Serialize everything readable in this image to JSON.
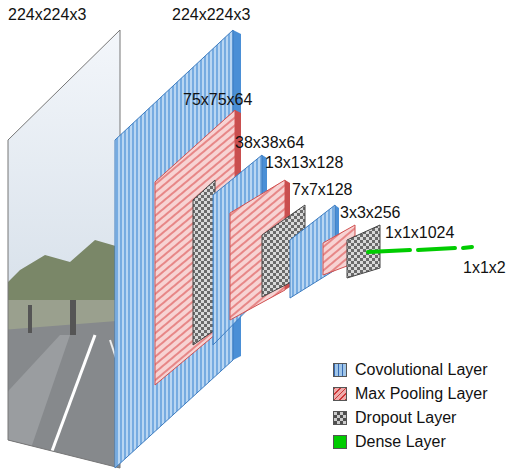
{
  "diagram": {
    "labels": [
      "224x224x3",
      "224x224x3",
      "75x75x64",
      "38x38x64",
      "13x13x128",
      "7x7x128",
      "3x3x256",
      "1x1x1024",
      "1x1x2"
    ],
    "legend": [
      {
        "text": "Covolutional Layer",
        "color": "#6fa8dc"
      },
      {
        "text": "Max Pooling Layer",
        "color": "#e06666"
      },
      {
        "text": "Dropout Layer",
        "color": "#999999"
      },
      {
        "text": "Dense Layer",
        "color": "#00cc00"
      }
    ]
  }
}
